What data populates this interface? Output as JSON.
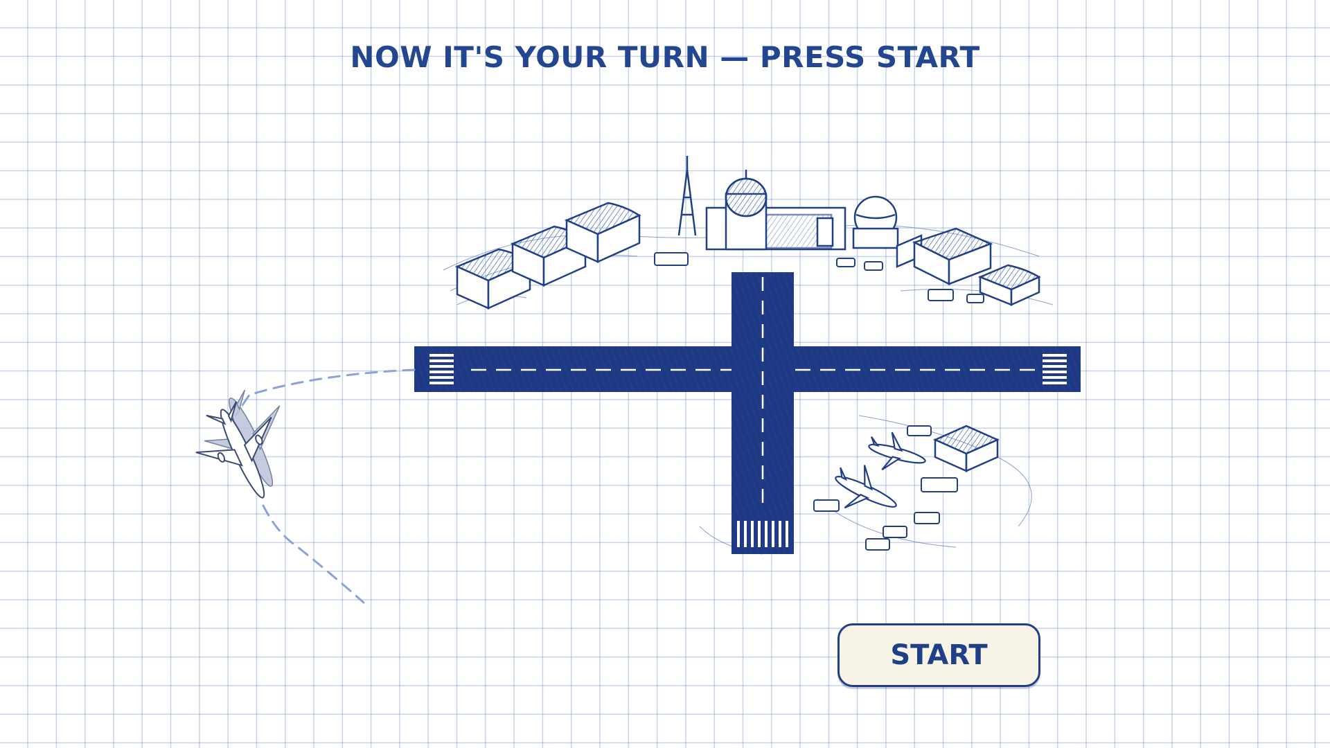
{
  "screen": {
    "instruction": "NOW IT'S YOUR TURN — PRESS START",
    "start_label": "START"
  },
  "colors": {
    "ink": "#1f3f87",
    "paper": "#ffffff",
    "grid": "#90a8d8",
    "button_fill": "#f7f3e6"
  },
  "icons": {
    "player": "airplane-icon",
    "route": "dashed-flight-path"
  }
}
